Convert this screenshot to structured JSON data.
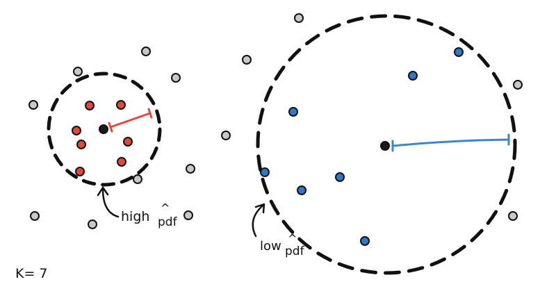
{
  "labels": {
    "high": "high",
    "low": "low",
    "pdf": "pdf",
    "hat": "^",
    "k": "K= 7"
  },
  "colors": {
    "ink": "#111111",
    "neighbor_red": "#e0493a",
    "neighbor_blue": "#2f78c8",
    "background_point": "#c8c8c8",
    "query_point": "#1a1a1a",
    "radius_red": "#e0493a",
    "radius_blue": "#3a86d0"
  },
  "diagram": {
    "k": 7,
    "neighborhoods": [
      {
        "density": "high",
        "neighbor_color": "red",
        "neighbor_count": 7
      },
      {
        "density": "low",
        "neighbor_color": "blue",
        "neighbor_count": 7
      }
    ]
  }
}
